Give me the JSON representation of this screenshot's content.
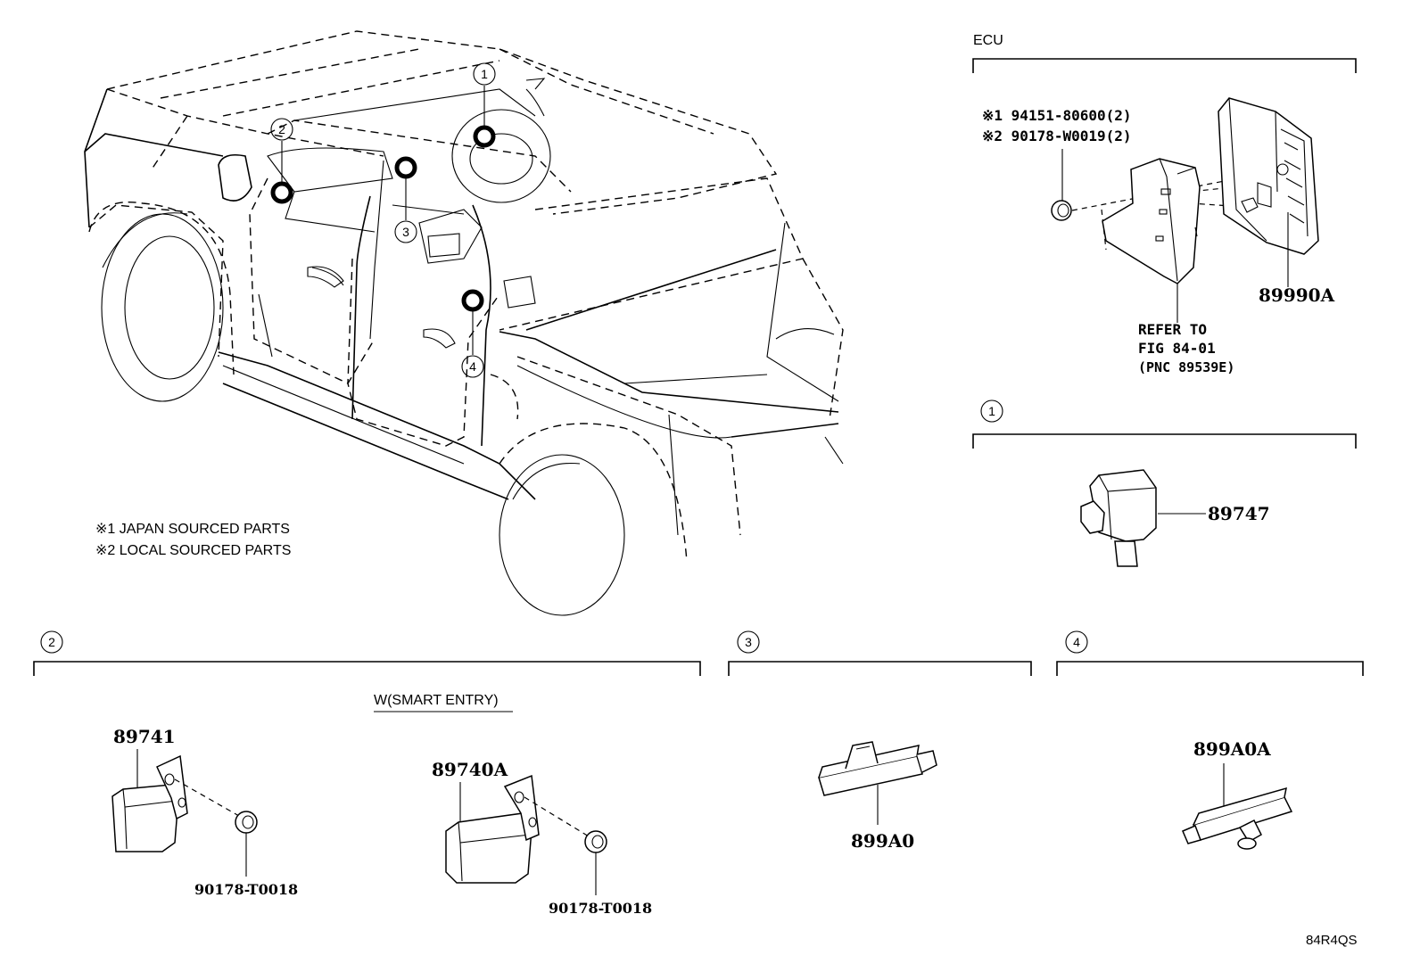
{
  "notes": {
    "japan": "※1 JAPAN SOURCED PARTS",
    "local": "※2 LOCAL SOURCED PARTS"
  },
  "callouts": [
    "1",
    "2",
    "3",
    "4"
  ],
  "ecu": {
    "title": "ECU",
    "screw_japan": "※1 94151-80600(2)",
    "screw_local": "※2 90178-W0019(2)",
    "part": "89990A",
    "refer_line1": "REFER TO",
    "refer_line2": "FIG 84-01",
    "refer_line3": "(PNC 89539E)"
  },
  "group1": {
    "callout": "1",
    "part": "89747"
  },
  "group2": {
    "callout": "2",
    "part_a": "89741",
    "nut_a": "90178-T0018",
    "smart_entry": "W(SMART ENTRY)",
    "part_b": "89740A",
    "nut_b": "90178-T0018"
  },
  "group3": {
    "callout": "3",
    "part": "899A0"
  },
  "group4": {
    "callout": "4",
    "part": "899A0A"
  },
  "figure_code": "84R4QS"
}
